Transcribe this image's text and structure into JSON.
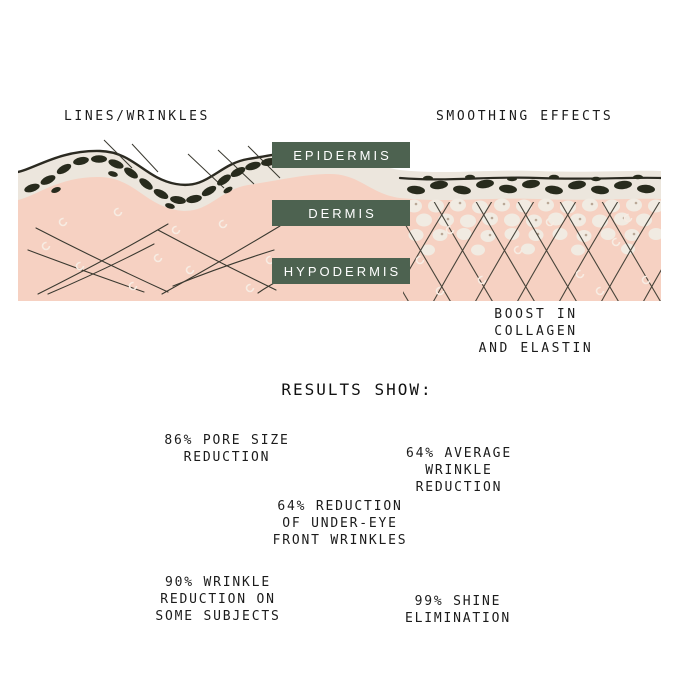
{
  "palette": {
    "banner_green": "#4d6250",
    "skin_pink": "#f6d1c2",
    "epidermis_cream": "#ece6dd",
    "ink": "#1b1b1b"
  },
  "diagram": {
    "left_label": "LINES/WRINKLES",
    "right_label": "SMOOTHING EFFECTS",
    "layers": [
      {
        "label": "EPIDERMIS"
      },
      {
        "label": "DERMIS"
      },
      {
        "label": "HYPODERMIS"
      }
    ],
    "boost_caption": "BOOST IN COLLAGEN\nAND ELASTIN"
  },
  "results": {
    "heading": "RESULTS SHOW:",
    "stats": [
      {
        "text": "86% PORE SIZE\nREDUCTION"
      },
      {
        "text": "64% AVERAGE\nWRINKLE\nREDUCTION"
      },
      {
        "text": "64% REDUCTION\nOF UNDER-EYE\nFRONT WRINKLES"
      },
      {
        "text": "90% WRINKLE\nREDUCTION ON\nSOME SUBJECTS"
      },
      {
        "text": "99% SHINE\nELIMINATION"
      }
    ]
  }
}
